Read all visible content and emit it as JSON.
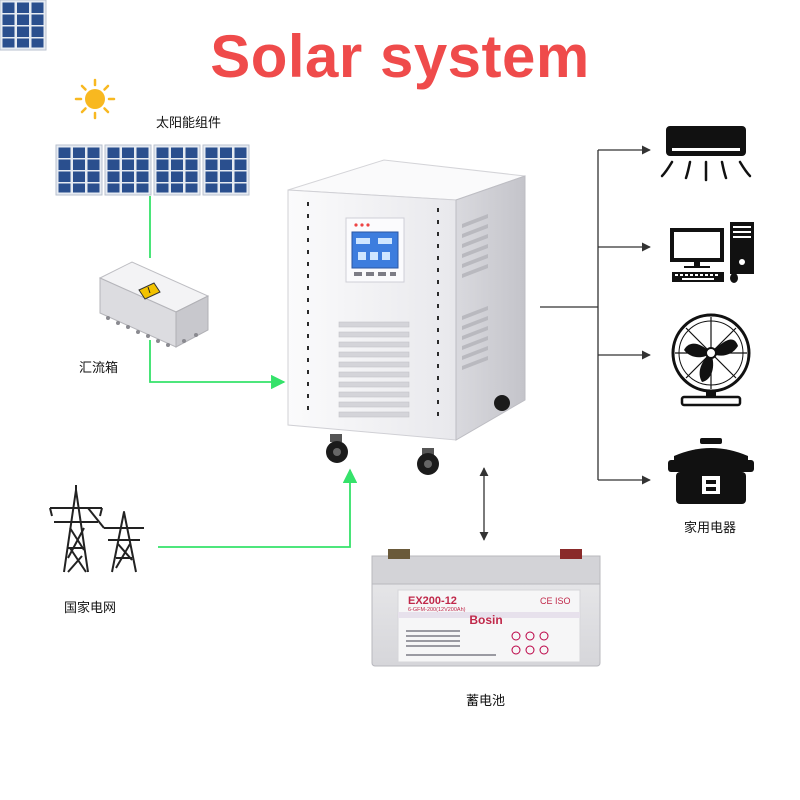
{
  "title": "Solar system",
  "labels": {
    "solar_panels": "太阳能组件",
    "combiner_box": "汇流箱",
    "power_grid": "国家电网",
    "battery": "蓄电池",
    "appliances": "家用电器"
  },
  "battery_text": {
    "model": "EX200-12",
    "spec": "6-GFM-200(12V200Ah)",
    "brand": "Bosin",
    "marks": "CE ISO"
  },
  "colors": {
    "title": "#ef4b4b",
    "green_flow": "#35e26a",
    "dark_line": "#333333",
    "inverter_body": "#f4f4f6",
    "panel_cell": "#2a4f8e"
  }
}
